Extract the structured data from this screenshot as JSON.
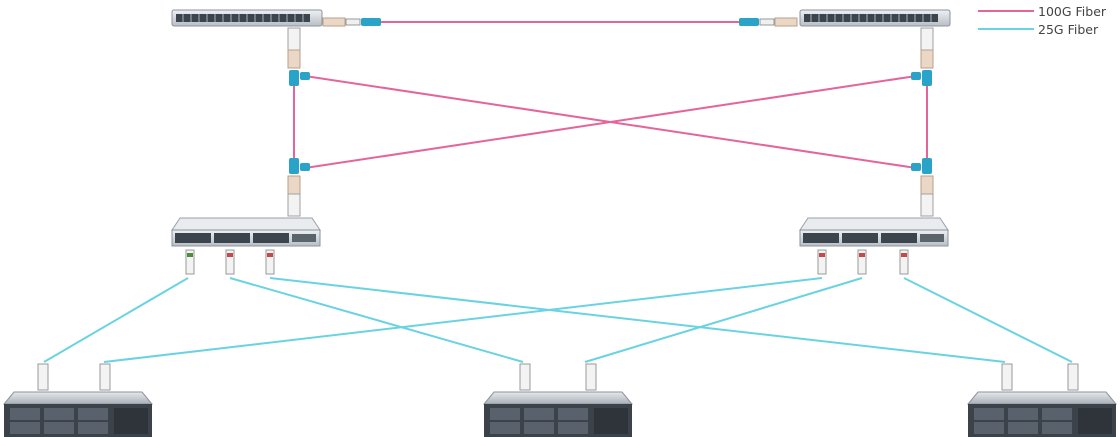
{
  "legend": {
    "items": [
      {
        "label": "100G Fiber",
        "color": "#e5659a"
      },
      {
        "label": "25G Fiber",
        "color": "#6ad3e2"
      }
    ]
  },
  "colors": {
    "fiber_100g": "#e5659a",
    "fiber_25g": "#6ad3e2",
    "mpo_connector": "#2aa3c9",
    "switch_body": "#d9dde2",
    "server_body": "#3c4249"
  },
  "devices": {
    "spine_switches": [
      "spine-switch-left",
      "spine-switch-right"
    ],
    "leaf_switches": [
      "leaf-switch-left",
      "leaf-switch-right"
    ],
    "servers": [
      "server-left",
      "server-middle",
      "server-right"
    ]
  }
}
